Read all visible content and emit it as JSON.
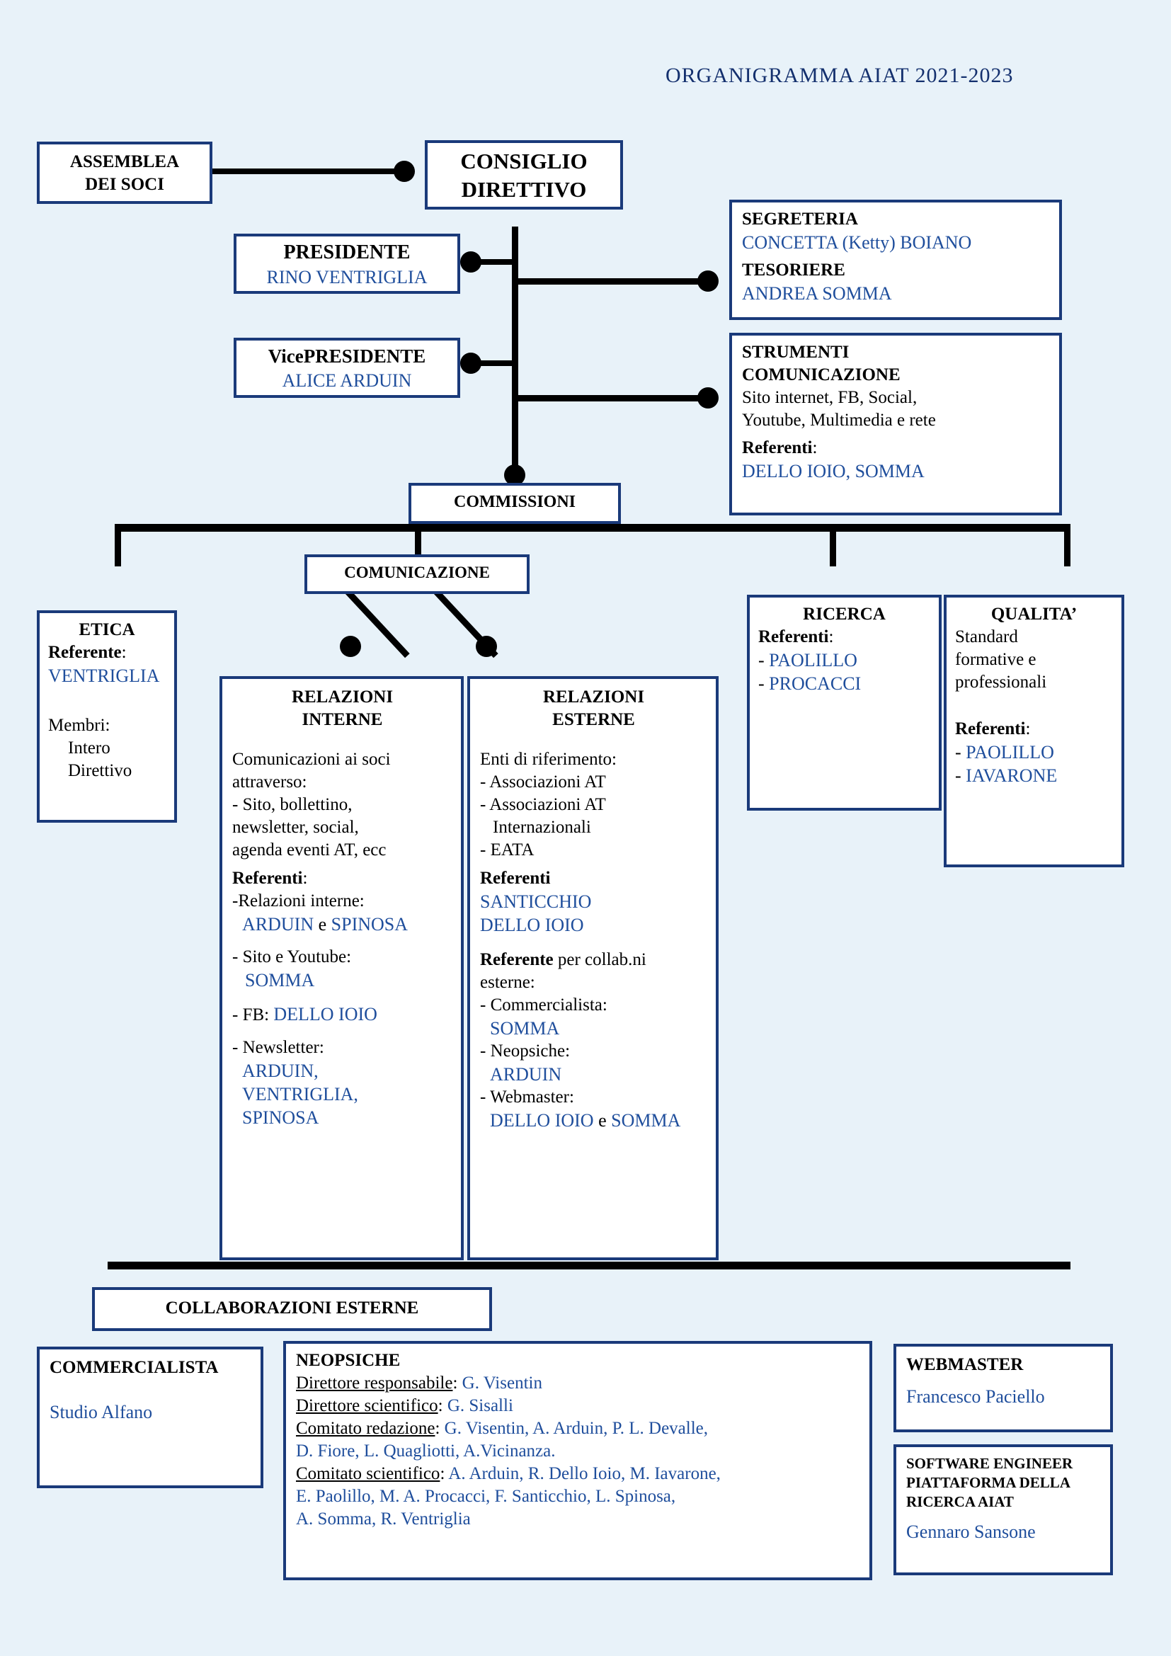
{
  "header": {
    "title": "ORGANIGRAMMA AIAT 2021-2023"
  },
  "colors": {
    "background": "#e8f2f9",
    "box_border": "#1a3a7a",
    "box_fill": "#ffffff",
    "name_text": "#1f4e9c",
    "title_text": "#14306e",
    "connector": "#000000"
  },
  "nodes": {
    "assemblea": {
      "line1": "ASSEMBLEA",
      "line2": "DEI SOCI"
    },
    "consiglio": {
      "line1": "CONSIGLIO",
      "line2": "DIRETTIVO"
    },
    "presidente": {
      "role": "PRESIDENTE",
      "person": "RINO VENTRIGLIA"
    },
    "vicepresidente": {
      "role": "VicePRESIDENTE",
      "person": "ALICE ARDUIN"
    },
    "segreteria": {
      "role1": "SEGRETERIA",
      "person1": "CONCETTA (Ketty) BOIANO",
      "role2": "TESORIERE",
      "person2": "ANDREA SOMMA"
    },
    "strumenti": {
      "title1": "STRUMENTI",
      "title2": "COMUNICAZIONE",
      "desc1": "Sito internet, FB, Social,",
      "desc2": "Youtube, Multimedia e rete",
      "referenti_label": "Referenti",
      "colon": ":",
      "referenti_people": "DELLO IOIO, SOMMA"
    },
    "commissioni": {
      "label": "COMMISSIONI"
    },
    "comunicazione": {
      "label": "COMUNICAZIONE"
    },
    "etica": {
      "title": "ETICA",
      "referente_label": "Referente",
      "colon": ":",
      "referente_person": "VENTRIGLIA",
      "membri_label": "Membri:",
      "membri_l1": "Intero",
      "membri_l2": "Direttivo"
    },
    "relazioni_interne": {
      "title1": "RELAZIONI",
      "title2": "INTERNE",
      "p1": "Comunicazioni ai soci",
      "p2": "attraverso:",
      "p3": "- Sito, bollettino,",
      "p4": "newsletter, social,",
      "p5": "agenda eventi AT, ecc",
      "referenti_label": "Referenti",
      "colon": ":",
      "item1_label": "-Relazioni interne:",
      "item1_people_a": "ARDUIN",
      "item1_join": " e ",
      "item1_people_b": "SPINOSA",
      "item2_label": "- Sito e Youtube:",
      "item2_people": "SOMMA",
      "item3_label": "- FB: ",
      "item3_people": "DELLO IOIO",
      "item4_label": "- Newsletter:",
      "item4_p1": "ARDUIN,",
      "item4_p2": "VENTRIGLIA,",
      "item4_p3": "SPINOSA"
    },
    "relazioni_esterne": {
      "title1": "RELAZIONI",
      "title2": "ESTERNE",
      "p1": "Enti di riferimento:",
      "p2": "- Associazioni AT",
      "p3": "- Associazioni AT",
      "p4": "Internazionali",
      "p5": "- EATA",
      "referenti_label": "Referenti",
      "ref_p1": "SANTICCHIO",
      "ref_p2": "DELLO IOIO",
      "collab_label": "Referente",
      "collab_rest": " per collab.ni",
      "collab_l2": "esterne:",
      "c1_label": "- Commercialista:",
      "c1_person": "SOMMA",
      "c2_label": "- Neopsiche:",
      "c2_person": "ARDUIN",
      "c3_label": "- Webmaster:",
      "c3_person_a": "DELLO IOIO",
      "c3_join": " e ",
      "c3_person_b": "SOMMA"
    },
    "ricerca": {
      "title": "RICERCA",
      "referenti_label": "Referenti",
      "colon": ":",
      "r1": "- ",
      "r1_person": "PAOLILLO",
      "r2": "- ",
      "r2_person": "PROCACCI"
    },
    "qualita": {
      "title": "QUALITA’",
      "d1": "Standard",
      "d2": "formative e",
      "d3": "professionali",
      "referenti_label": "Referenti",
      "colon": ":",
      "r1_person": "PAOLILLO",
      "r2_person": "IAVARONE"
    },
    "collaborazioni": {
      "label": "COLLABORAZIONI ESTERNE"
    },
    "commercialista": {
      "title": "COMMERCIALISTA",
      "person": "Studio Alfano"
    },
    "neopsiche": {
      "title": "NEOPSICHE",
      "row1_label": "Direttore responsabile",
      "row1_people": "G. Visentin",
      "row2_label": "Direttore scientifico",
      "row2_people": "G. Sisalli",
      "row3_label": "Comitato redazione",
      "row3_people_l1": "G. Visentin, A. Arduin, P. L. Devalle,",
      "row3_people_l2": "D. Fiore, L. Quagliotti, A.Vicinanza.",
      "row4_label": "Comitato scientifico",
      "row4_people_l1": "A. Arduin, R. Dello Ioio, M. Iavarone,",
      "row4_people_l2": "E. Paolillo, M. A. Procacci, F. Santicchio, L. Spinosa,",
      "row4_people_l3": "A. Somma, R. Ventriglia",
      "colon": ": "
    },
    "webmaster": {
      "title": "WEBMASTER",
      "person": "Francesco Paciello"
    },
    "software_engineer": {
      "title_l1": "SOFTWARE ENGINEER",
      "title_l2": "PIATTAFORMA DELLA",
      "title_l3": "RICERCA AIAT",
      "person": "Gennaro Sansone"
    }
  }
}
